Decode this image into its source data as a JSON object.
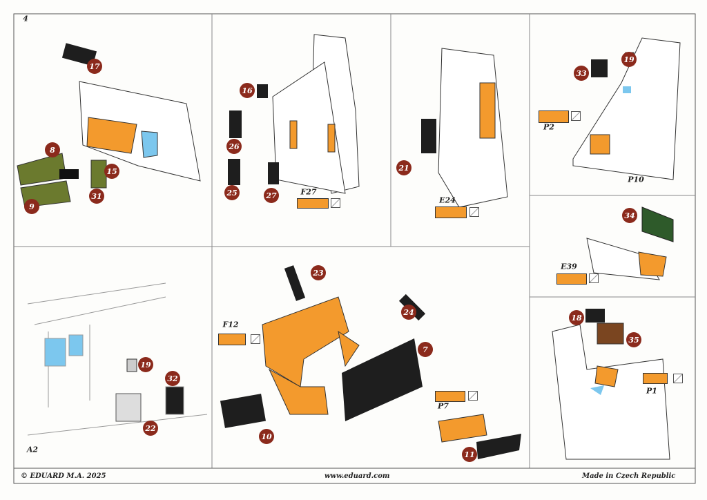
{
  "page_number": "4",
  "footer": {
    "copyright": "© EDUARD  M.A. 2025",
    "website": "www.eduard.com",
    "origin": "Made in Czech Republic"
  },
  "callouts": [
    "17",
    "8",
    "15",
    "9",
    "31",
    "16",
    "26",
    "25",
    "27",
    "19",
    "33",
    "21",
    "34",
    "18",
    "35",
    "23",
    "24",
    "7",
    "10",
    "11",
    "19",
    "32",
    "22"
  ],
  "labels": {
    "F27": "F27",
    "E24": "E24",
    "P2": "P2",
    "P10": "P10",
    "E39": "E39",
    "F12": "F12",
    "P7": "P7",
    "P1": "P1",
    "A2": "A2"
  },
  "colors": {
    "callout": "#8b2a1c",
    "mask": "#f39a2d",
    "clear": "#7cc7ee",
    "panel_green": "#6b7a2e",
    "plate": "#1e1e1e"
  }
}
